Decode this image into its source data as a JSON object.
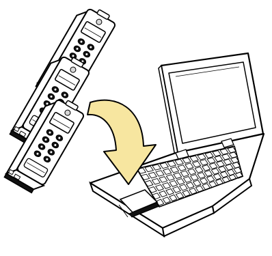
{
  "devices": [
    {
      "id": "device-back"
    },
    {
      "id": "device-middle"
    },
    {
      "id": "device-front"
    }
  ],
  "transfer_arrow": {
    "color": "#f7e6a0",
    "direction": "from-devices-to-laptop"
  },
  "laptop": {
    "state": "open"
  }
}
